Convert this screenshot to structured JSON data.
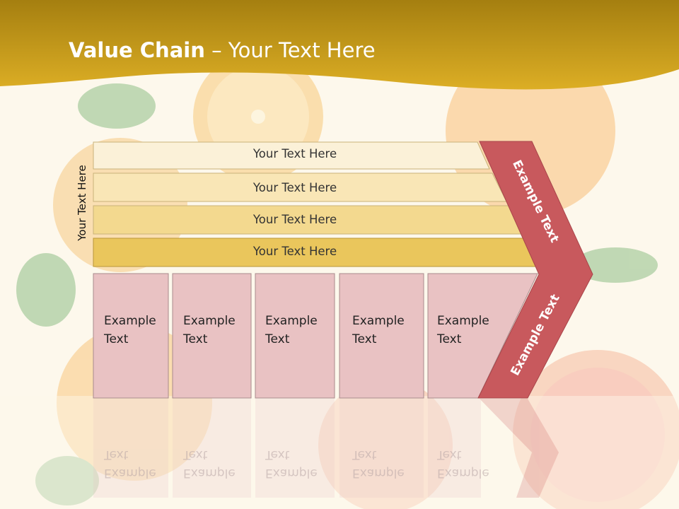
{
  "title": {
    "bold": "Value Chain",
    "rest": " – Your Text Here"
  },
  "side_label": "Your Text Here",
  "rows": [
    {
      "label": "Your Text Here"
    },
    {
      "label": "Your Text Here"
    },
    {
      "label": "Your Text Here"
    },
    {
      "label": "Your Text Here"
    }
  ],
  "columns": [
    {
      "label": "Example\nText"
    },
    {
      "label": "Example\nText"
    },
    {
      "label": "Example\nText"
    },
    {
      "label": "Example\nText"
    },
    {
      "label": "Example\nText"
    }
  ],
  "chevron": {
    "upper": "Example Text",
    "lower": "Example Text"
  },
  "colors": {
    "header": "#c9a21c",
    "row1": "#fbf1d8",
    "row2": "#f9e6b6",
    "row3": "#f3d98f",
    "row4": "#eac65c",
    "box": "#e9c2c3",
    "chevron": "#c8595d"
  }
}
